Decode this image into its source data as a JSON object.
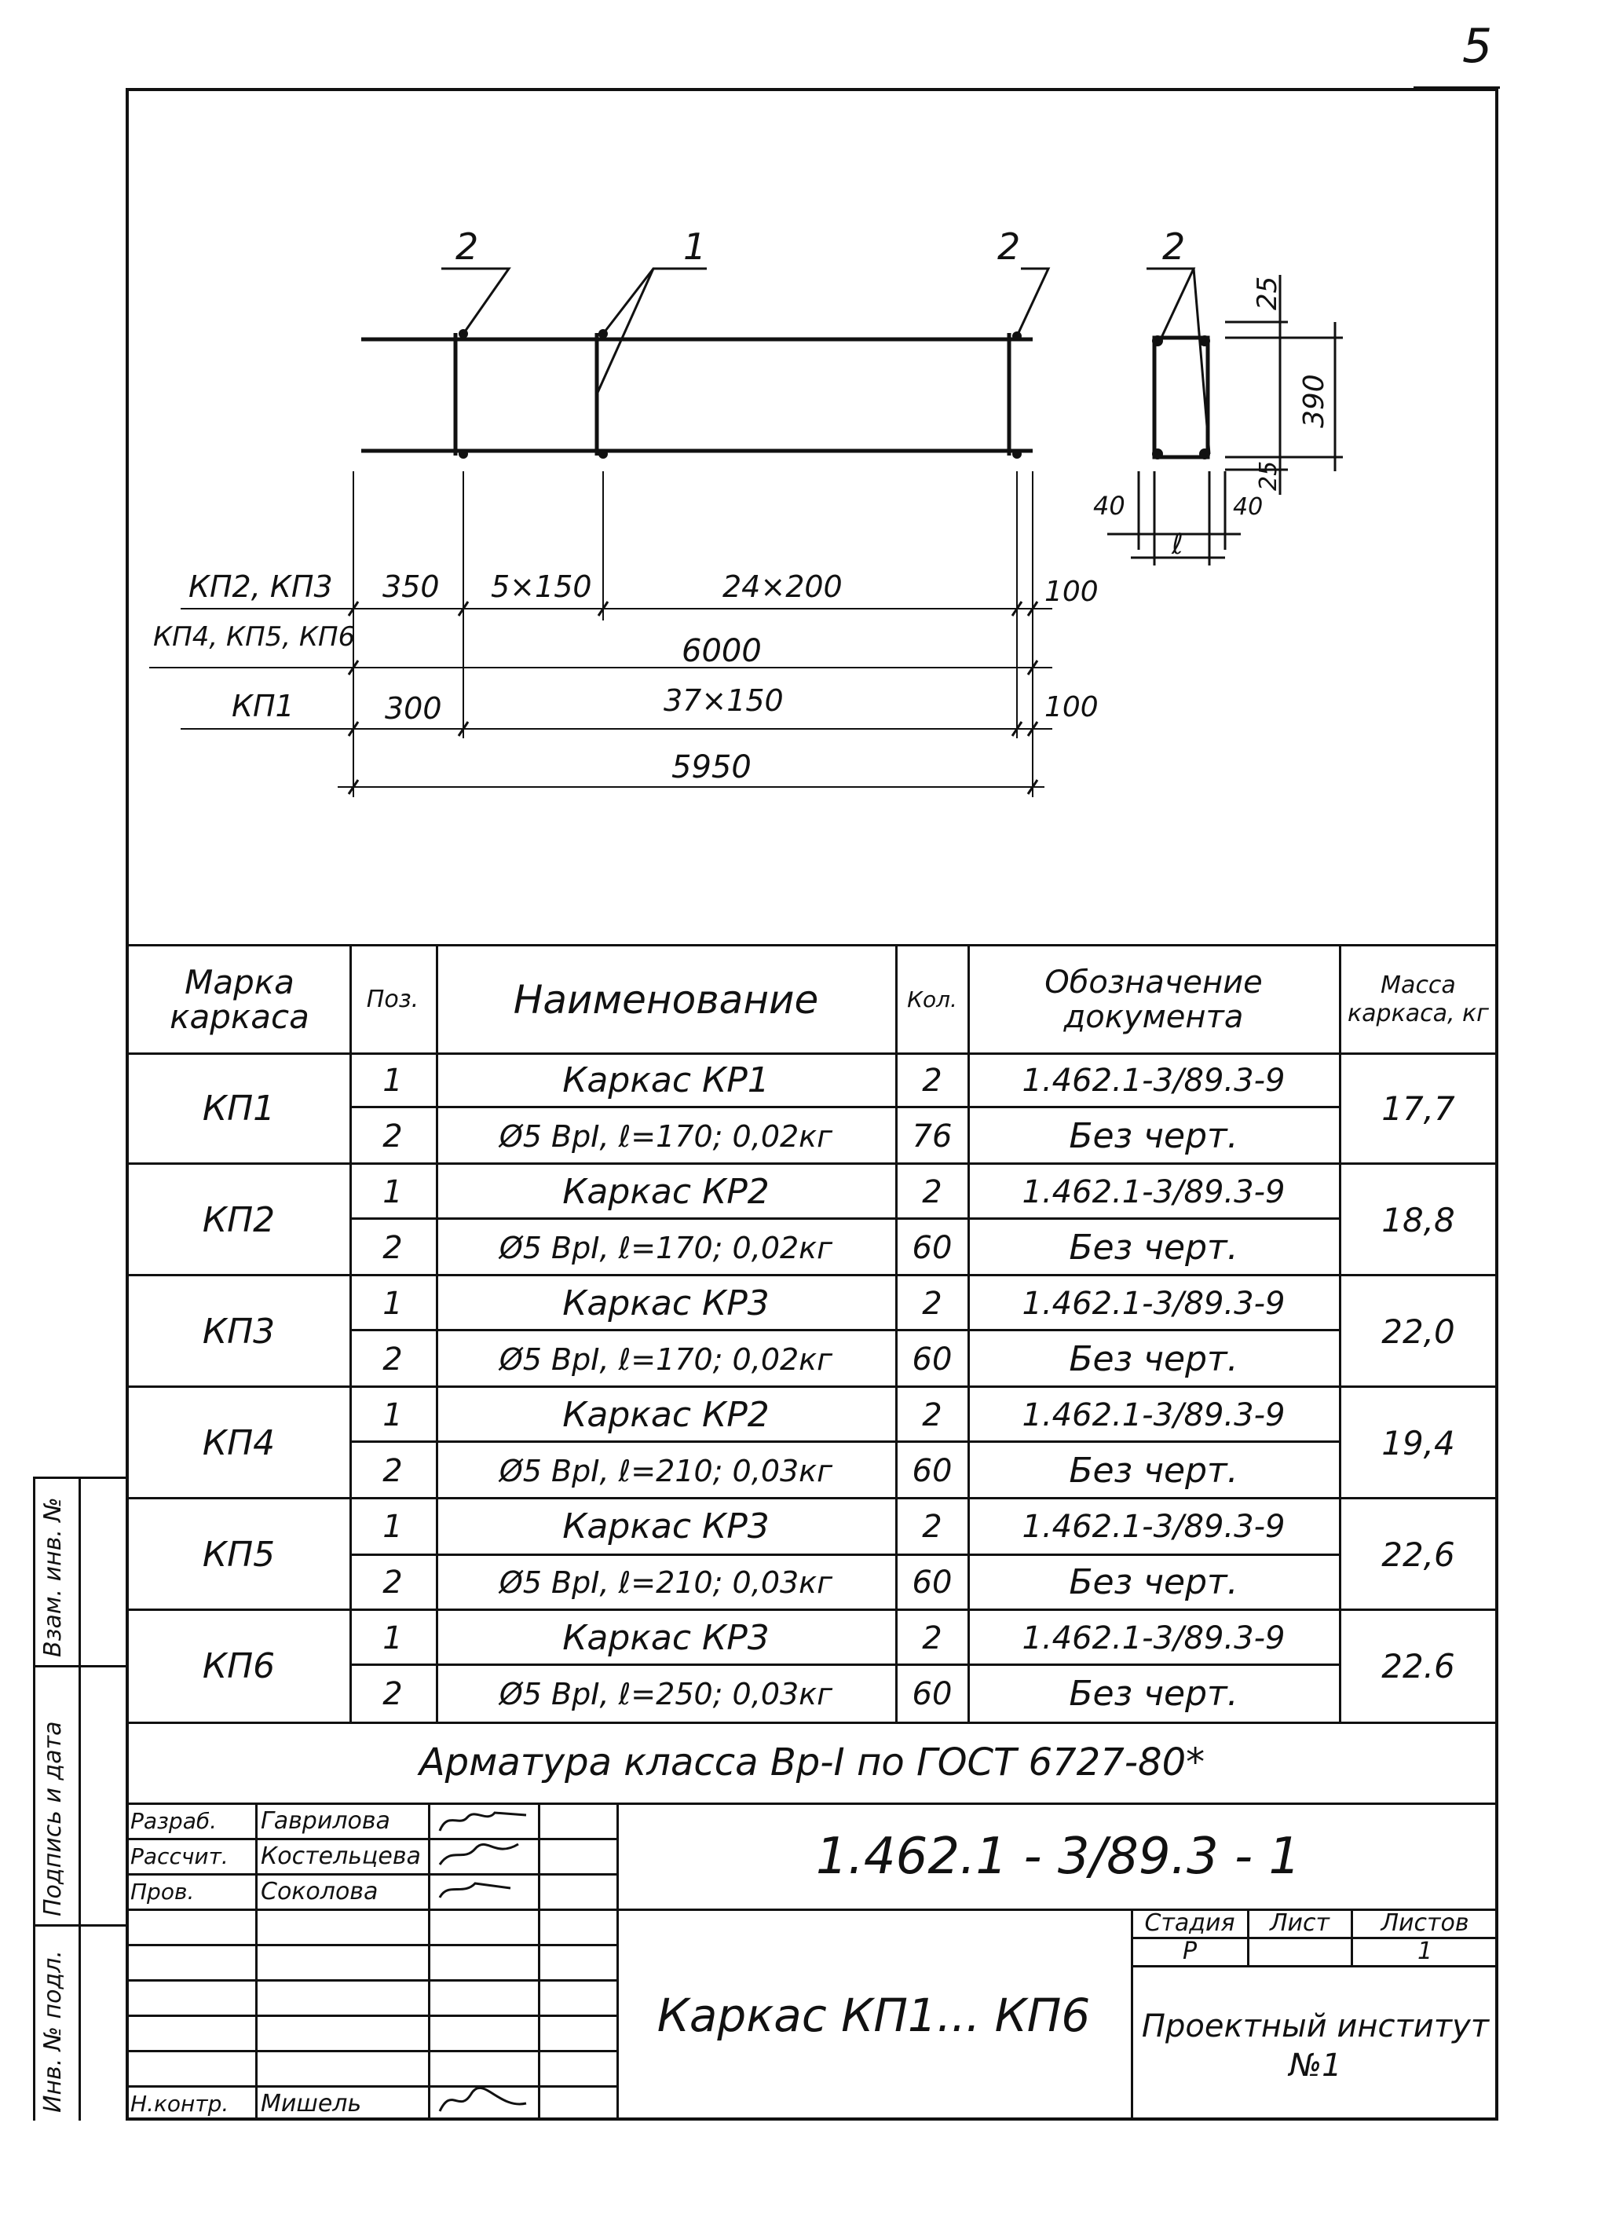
{
  "page_number": "5",
  "drawing": {
    "pos_labels": {
      "left2": "2",
      "mid1": "1",
      "right2": "2",
      "section2": "2"
    },
    "rows": [
      {
        "marks": "КП2, КП3",
        "dims": [
          "350",
          "5×150",
          "24×200",
          "100"
        ]
      },
      {
        "marks": "КП4, КП5, КП6",
        "dims": [
          "6000"
        ]
      },
      {
        "marks": "КП1",
        "dims": [
          "300",
          "37×150",
          "100"
        ]
      }
    ],
    "total": "5950",
    "section_dims": {
      "top": "25",
      "height": "390",
      "bottom": "25",
      "left": "40",
      "right": "40",
      "width": "ℓ"
    }
  },
  "spec": {
    "headers": {
      "mark": "Марка каркаса",
      "pos": "Поз.",
      "name": "Наименование",
      "qty": "Кол.",
      "doc": "Обозначение документа",
      "mass": "Масса каркаса, кг"
    },
    "rows": [
      {
        "mark": "КП1",
        "mass": "17,7",
        "items": [
          {
            "pos": "1",
            "name": "Каркас КР1",
            "qty": "2",
            "doc": "1.462.1-3/89.3-9"
          },
          {
            "pos": "2",
            "name": "Ø5 ВрI, ℓ=170; 0,02кг",
            "qty": "76",
            "doc": "Без черт."
          }
        ]
      },
      {
        "mark": "КП2",
        "mass": "18,8",
        "items": [
          {
            "pos": "1",
            "name": "Каркас КР2",
            "qty": "2",
            "doc": "1.462.1-3/89.3-9"
          },
          {
            "pos": "2",
            "name": "Ø5 ВрI, ℓ=170; 0,02кг",
            "qty": "60",
            "doc": "Без черт."
          }
        ]
      },
      {
        "mark": "КП3",
        "mass": "22,0",
        "items": [
          {
            "pos": "1",
            "name": "Каркас КР3",
            "qty": "2",
            "doc": "1.462.1-3/89.3-9"
          },
          {
            "pos": "2",
            "name": "Ø5 ВрI, ℓ=170; 0,02кг",
            "qty": "60",
            "doc": "Без черт."
          }
        ]
      },
      {
        "mark": "КП4",
        "mass": "19,4",
        "items": [
          {
            "pos": "1",
            "name": "Каркас КР2",
            "qty": "2",
            "doc": "1.462.1-3/89.3-9"
          },
          {
            "pos": "2",
            "name": "Ø5 ВрI, ℓ=210; 0,03кг",
            "qty": "60",
            "doc": "Без черт."
          }
        ]
      },
      {
        "mark": "КП5",
        "mass": "22,6",
        "items": [
          {
            "pos": "1",
            "name": "Каркас КР3",
            "qty": "2",
            "doc": "1.462.1-3/89.3-9"
          },
          {
            "pos": "2",
            "name": "Ø5 ВрI, ℓ=210; 0,03кг",
            "qty": "60",
            "doc": "Без черт."
          }
        ]
      },
      {
        "mark": "КП6",
        "mass": "22.6",
        "items": [
          {
            "pos": "1",
            "name": "Каркас КР3",
            "qty": "2",
            "doc": "1.462.1-3/89.3-9"
          },
          {
            "pos": "2",
            "name": "Ø5 ВрI, ℓ=250; 0,03кг",
            "qty": "60",
            "doc": "Без черт."
          }
        ]
      }
    ],
    "note": "Арматура класса Вр-I по ГОСТ 6727-80*"
  },
  "title_block": {
    "roles": [
      {
        "role": "Разраб.",
        "name": "Гаврилова"
      },
      {
        "role": "Рассчит.",
        "name": "Костельцева"
      },
      {
        "role": "Пров.",
        "name": "Соколова"
      },
      {
        "role": "Н.контр.",
        "name": "Мишель"
      }
    ],
    "code": "1.462.1 - 3/89.3 - 1",
    "title": "Каркас КП1... КП6",
    "stage_label": "Стадия",
    "sheet_label": "Лист",
    "sheets_label": "Листов",
    "stage": "Р",
    "sheets": "1",
    "org": "Проектный институт №1"
  },
  "side_stamps": [
    "Инв. № подл.",
    "Подпись и дата",
    "Взам. инв. №"
  ]
}
